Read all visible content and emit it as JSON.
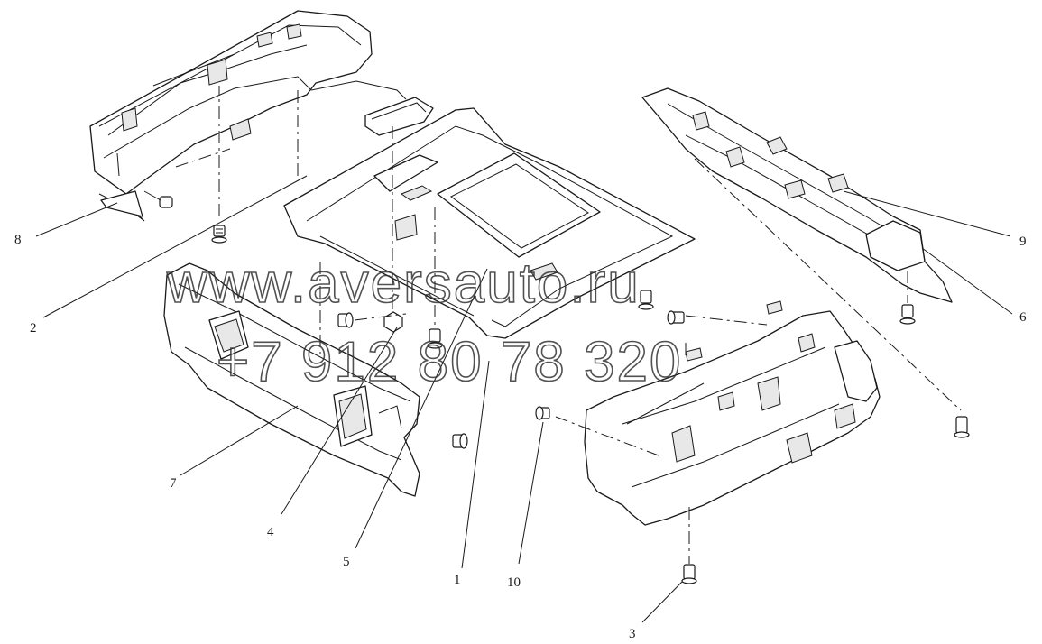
{
  "callouts": [
    {
      "number": "1"
    },
    {
      "number": "2"
    },
    {
      "number": "3"
    },
    {
      "number": "4"
    },
    {
      "number": "5"
    },
    {
      "number": "6"
    },
    {
      "number": "7"
    },
    {
      "number": "8"
    },
    {
      "number": "9"
    },
    {
      "number": "10"
    }
  ],
  "watermark": {
    "site": "www.aversauto.ru",
    "phone": "+7 912 80 78 320"
  }
}
